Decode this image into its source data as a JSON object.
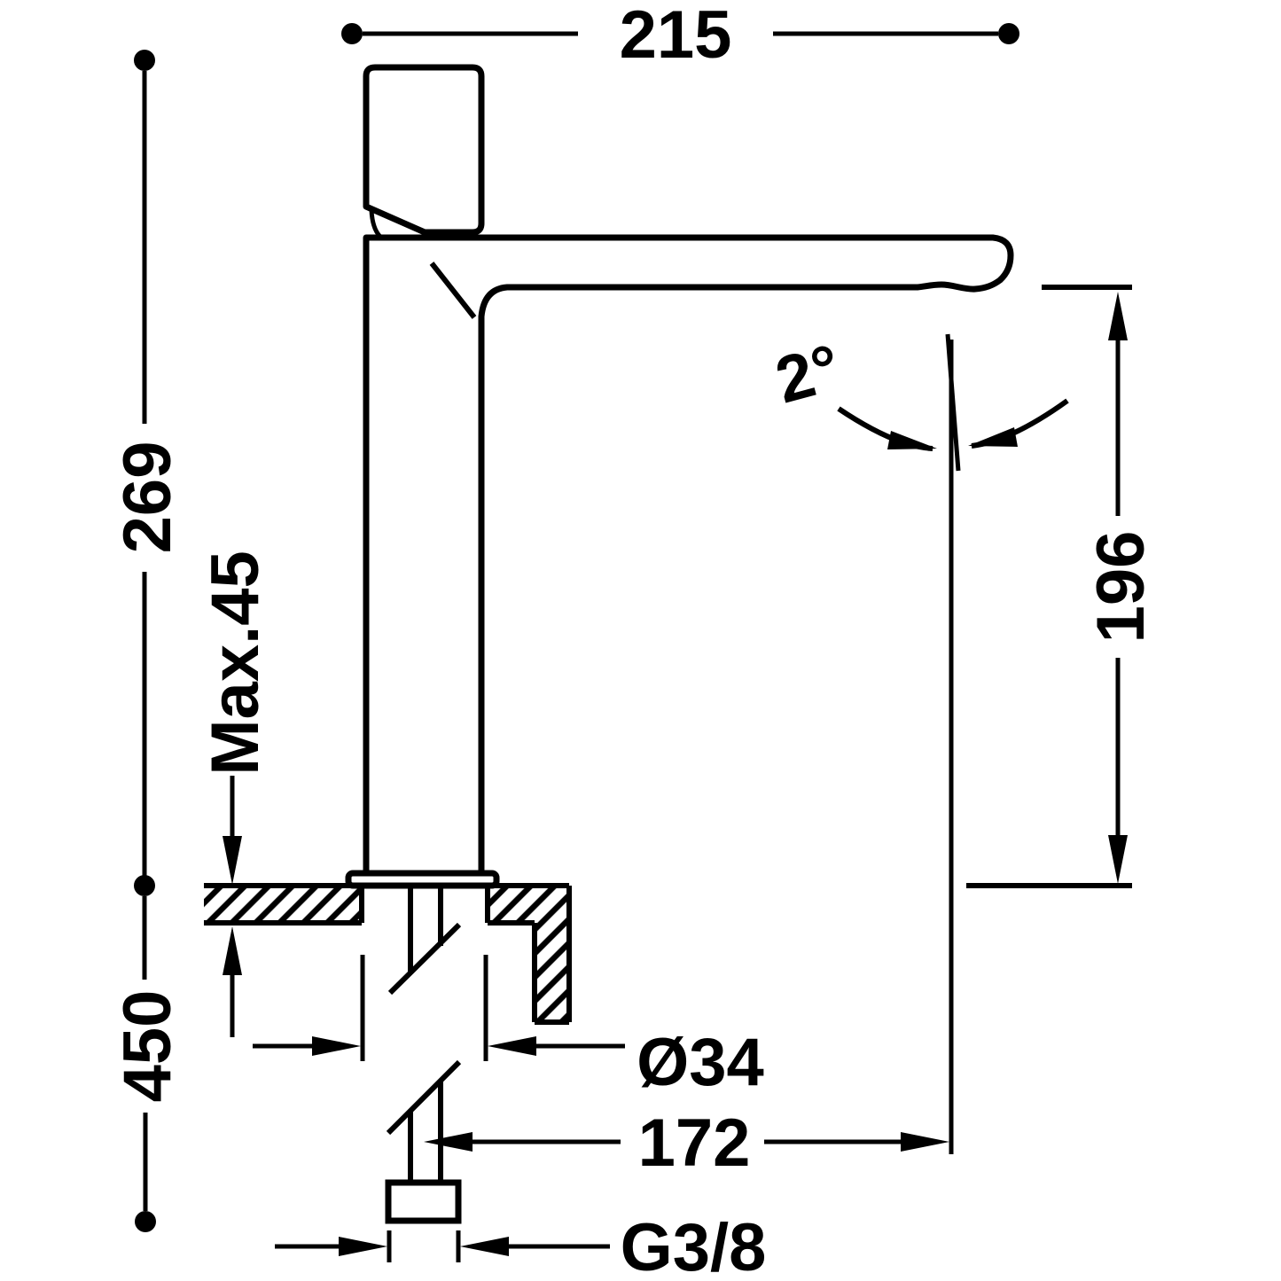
{
  "drawing": {
    "type": "technical-dimension-diagram",
    "subject": "single-lever tall basin mixer tap, side elevation with mounting section",
    "colors": {
      "ink": "#000000",
      "background": "#ffffff"
    }
  },
  "labels": {
    "overall_depth": "215",
    "height_above_deck": "269",
    "deck_thickness_max": "Max.45",
    "height_below_deck": "450",
    "spout_clearance": "196",
    "swivel_angle": "2°",
    "hole_diameter": "Ø34",
    "spout_reach": "172",
    "thread_size": "G3/8"
  }
}
